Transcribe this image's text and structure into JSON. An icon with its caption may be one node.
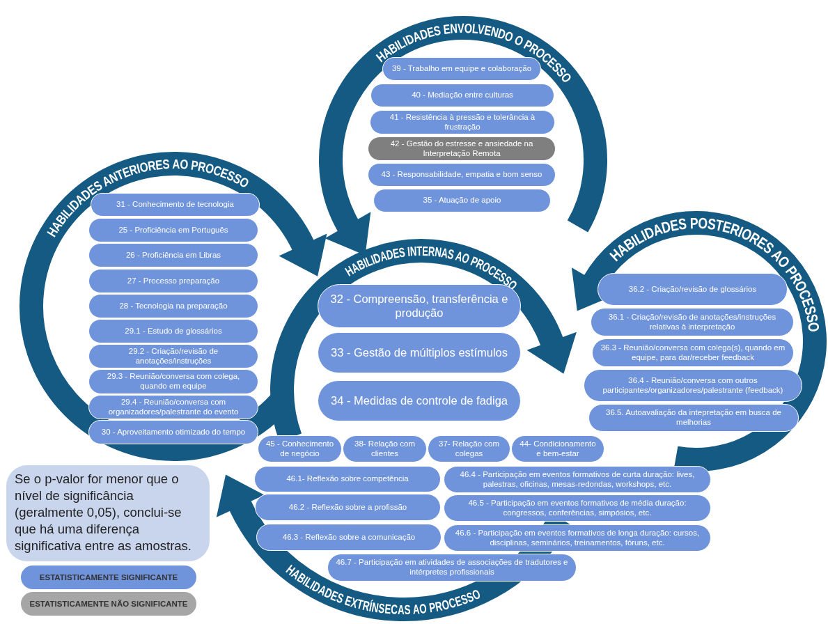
{
  "diagram": {
    "nodes": [
      {
        "text": [
          "39 - Trabalho em equipe e colaboração"
        ]
      },
      {
        "text": [
          "40 - Mediação entre culturas"
        ]
      },
      {
        "text": [
          "41 - Resistência à pressão e tolerância à frustração"
        ]
      },
      {
        "text": [
          "42 - Gestão do estresse e ansiedade na Interpretação Remota"
        ]
      },
      {
        "text": [
          "43 - Responsabilidade, empatia e bom senso"
        ]
      },
      {
        "text": [
          "35 - Atuação de apoio"
        ]
      },
      {
        "text": [
          "31 - Conhecimento de tecnologia"
        ]
      },
      {
        "text": [
          "25 - Proficiência em Português"
        ]
      },
      {
        "text": [
          "26 - Proficiência em Libras"
        ]
      },
      {
        "text": [
          "27 - Processo preparação"
        ]
      },
      {
        "text": [
          "28 - Tecnologia na preparação"
        ]
      },
      {
        "text": [
          "29.1 - Estudo de glossários"
        ]
      },
      {
        "text": [
          "29.2 - Criação/revisão de anotações/instruções"
        ]
      },
      {
        "text": [
          "29.3 - Reunião/conversa com colega, quando em equipe"
        ]
      },
      {
        "text": [
          "29.4 - Reunião/conversa com organizadores/palestrante do evento"
        ]
      },
      {
        "text": [
          "30 - Aproveitamento otimizado do tempo"
        ]
      },
      {
        "text": [
          "32 - Compreensão, transferência e produção"
        ]
      },
      {
        "text": [
          "33 - Gestão de múltiplos estímulos"
        ]
      },
      {
        "text": [
          "34 - Medidas de controle de fadiga"
        ]
      },
      {
        "text": [
          "36.2 - Criação/revisão de glossários"
        ]
      },
      {
        "text": [
          "36.1 - Criação/revisão de anotações/instruções relativas à interpretação"
        ]
      },
      {
        "text": [
          "36.3 - Reunião/conversa com colega(s), quando em equipe, para dar/receber feedback"
        ]
      },
      {
        "text": [
          "36.4 - Reunião/conversa com outros participantes/organizadores/palestrante (feedback)"
        ]
      },
      {
        "text": [
          "36.5. Autoavaliação da intepretação em busca de melhorias"
        ]
      },
      {
        "text": [
          "45 - Conhecimento de negócio"
        ]
      },
      {
        "text": [
          "38- Relação com clientes"
        ]
      },
      {
        "text": [
          "37- Relação com colegas"
        ]
      },
      {
        "text": [
          "44- Condicionamento e bem-estar"
        ]
      },
      {
        "text": [
          "46.1- Reflexão sobre competência"
        ]
      },
      {
        "text": [
          "46.4 - Participação em eventos formativos de curta duração: lives, palestras, oficinas, mesas-redondas, workshops, etc."
        ]
      },
      {
        "text": [
          "46.2 - Reflexão sobre a profissão"
        ]
      },
      {
        "text": [
          "46.5 - Participação em eventos formativos de média duração: congressos, conferências, simpósios, etc."
        ]
      },
      {
        "text": [
          "46.3 - Reflexão sobre a comunicação"
        ]
      },
      {
        "text": [
          "46.6 - Participação em eventos formativos de longa duração: cursos, disciplinas, seminários, treinamentos, fóruns, etc."
        ]
      },
      {
        "text": [
          "46.7 - Participação em atividades de associações de tradutores e intérpretes profissionais"
        ]
      },
      {
        "text": [
          "Se o p-valor for menor que o nível de significância (geralmente 0,05), conclui-se que há uma diferença significativa entre as amostras."
        ]
      }
    ],
    "labels": [
      "HABILIDADES ENVOLVENDO O PROCESSO",
      "HABILIDADES ANTERIORES AO PROCESSO",
      "HABILIDADES INTERNAS AO PROCESSO",
      "HABILIDADES POSTERIORES AO PROCESSO",
      "HABILIDADES EXTRÍNSECAS AO PROCESSO"
    ],
    "legend": [
      {
        "text": "ESTATISTICAMENTE SIGNIFICANTE",
        "color": "#7094db"
      },
      {
        "text": "ESTATISTICAMENTE NÃO SIGNIFICANTE",
        "color": "#a6a6a6"
      }
    ]
  }
}
